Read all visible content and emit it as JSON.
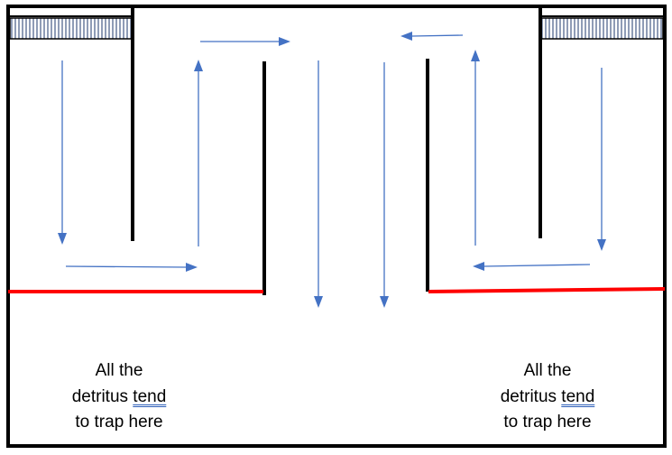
{
  "colors": {
    "walls": "#000000",
    "flow_arrows": "#4472c4",
    "trap_line": "#ff0000",
    "screen_hatch": "#1f3a6e",
    "grammar_underline": "#2e5fb8"
  },
  "icons": {
    "flow_arrow": "arrow-icon",
    "screen": "hatched-screen-icon"
  },
  "captions": {
    "left": {
      "line1": "All the",
      "line2_word1": "detritus",
      "line2_word2": "tend",
      "line3": "to trap here"
    },
    "right": {
      "line1": "All the",
      "line2_word1": "detritus",
      "line2_word2": "tend",
      "line3": "to trap here"
    }
  }
}
